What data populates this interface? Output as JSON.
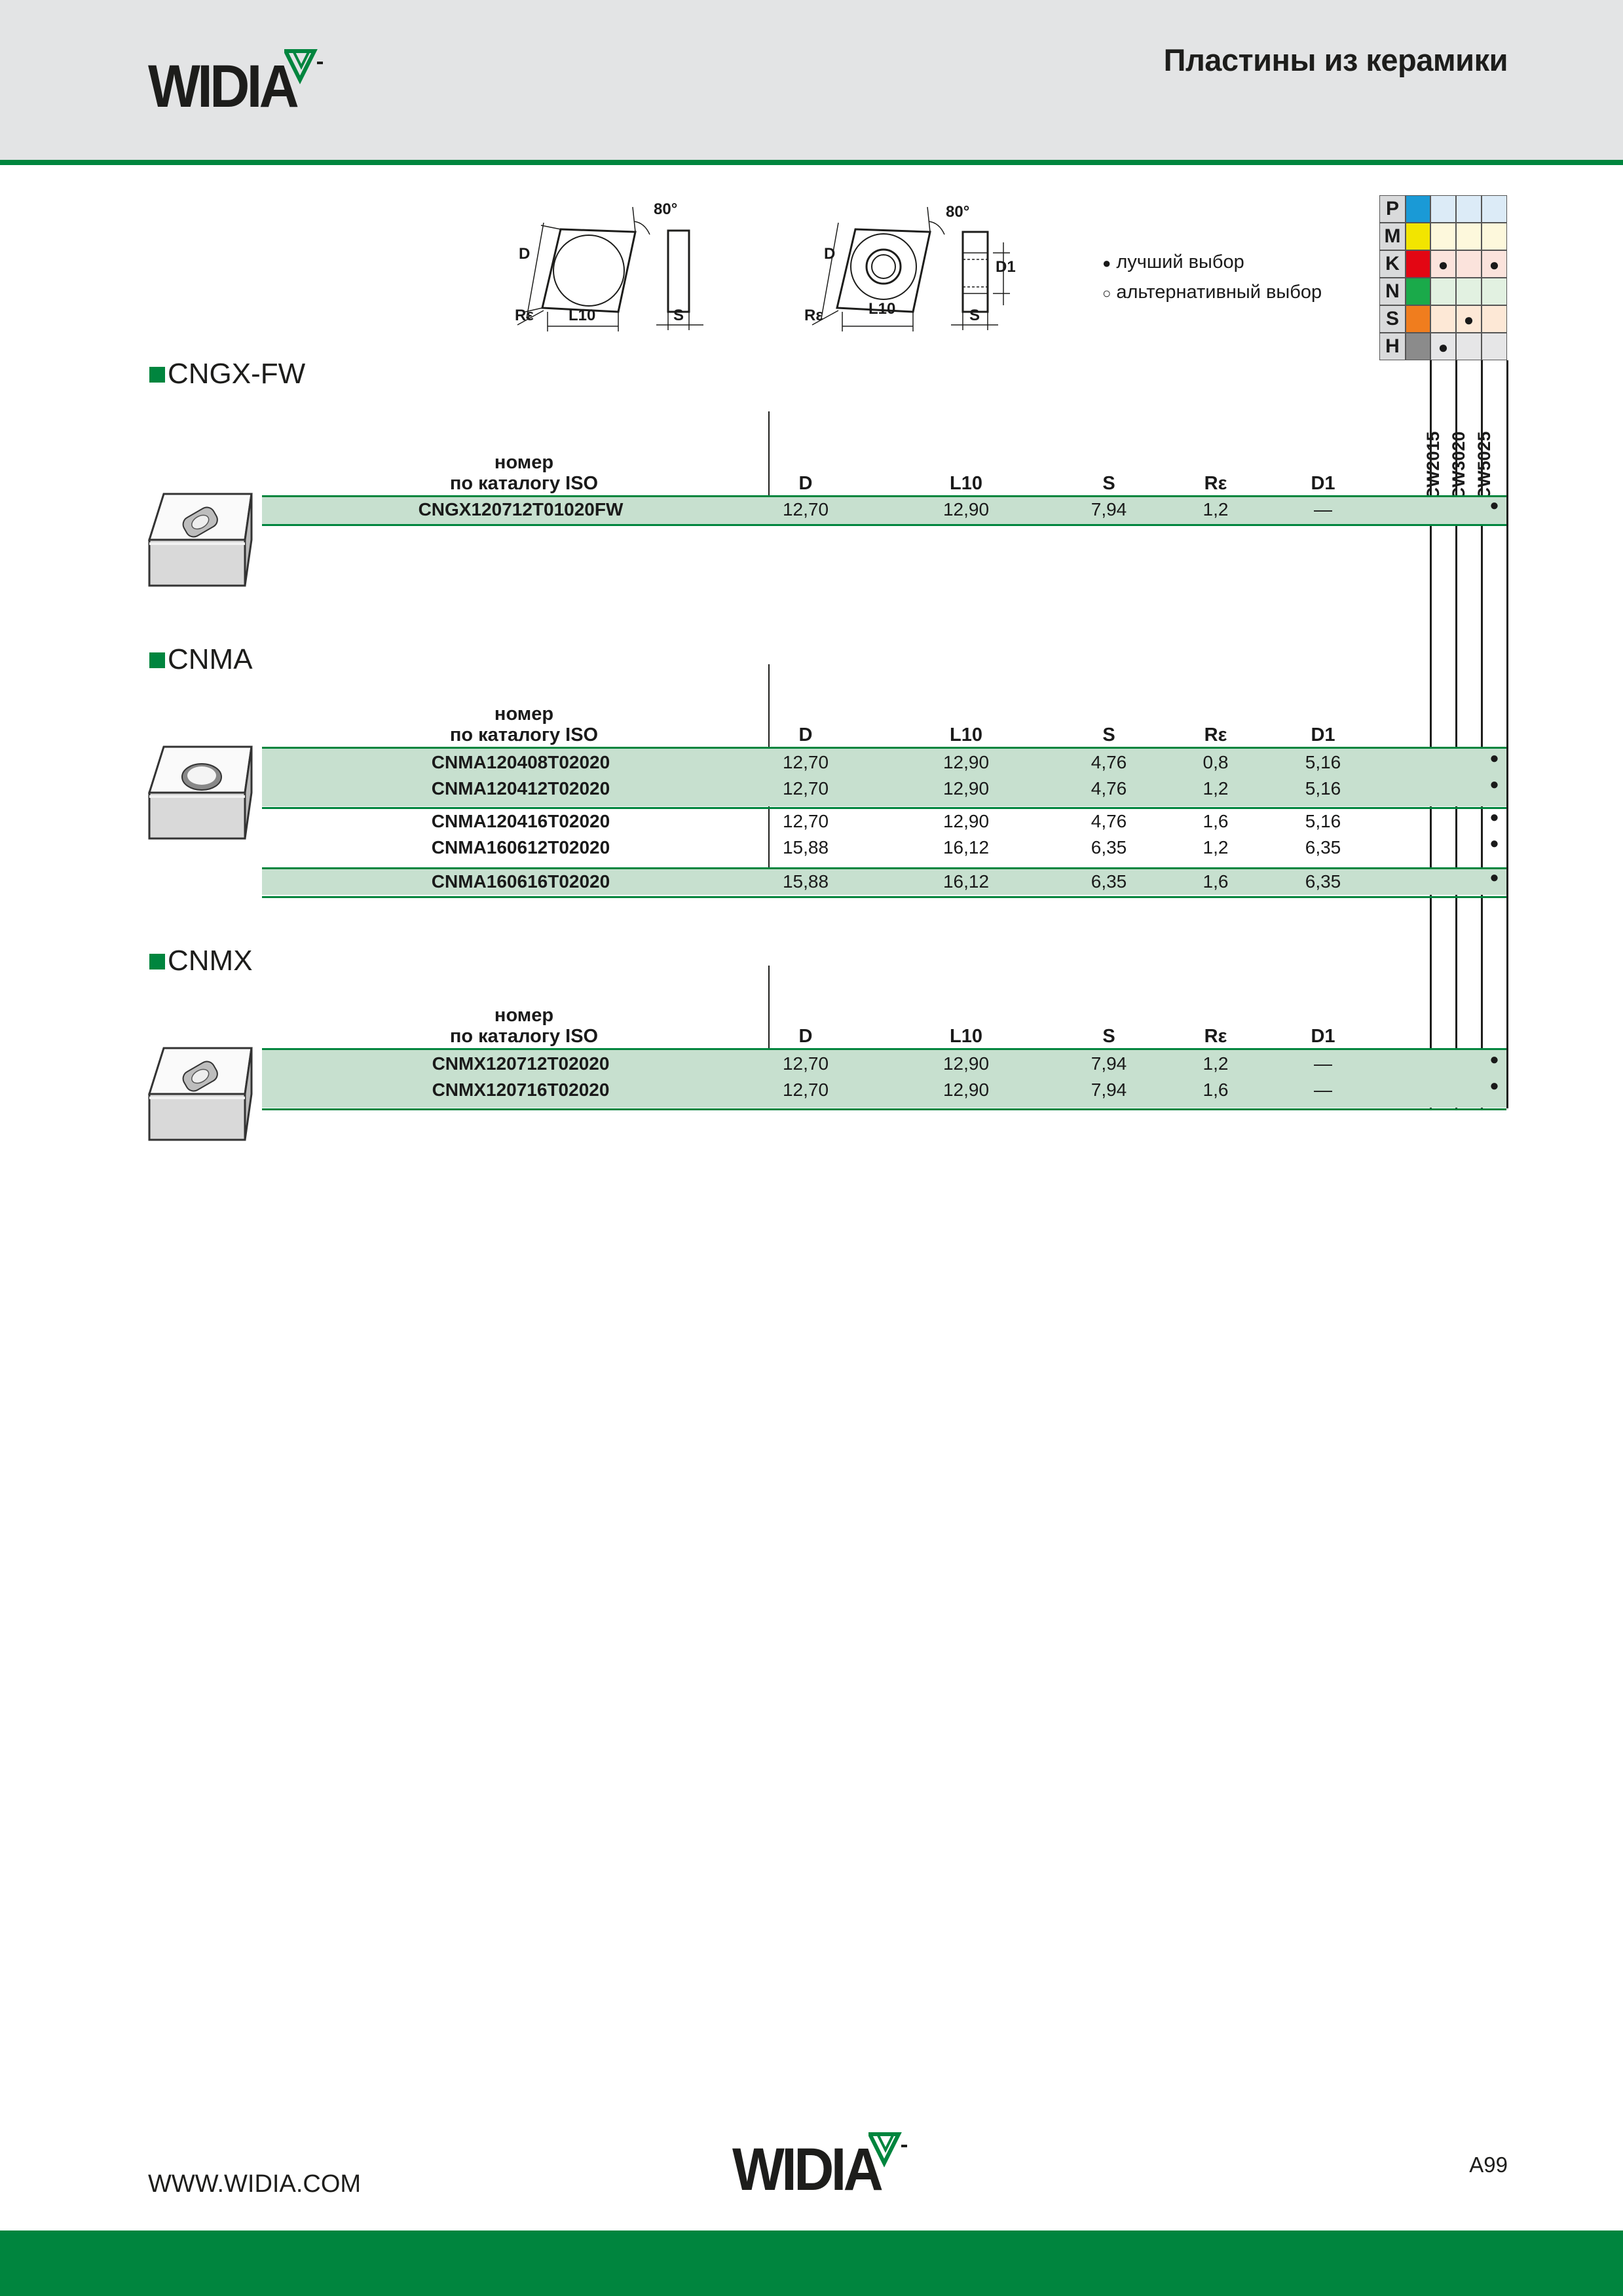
{
  "header": {
    "logo": "WIDIA",
    "title": "Пластины из керамики"
  },
  "diagram_labels": {
    "angle": "80°",
    "d": "D",
    "l10": "L10",
    "s": "S",
    "re": "Rε",
    "d1": "D1"
  },
  "legend": {
    "best": "лучший выбор",
    "alternative": "альтернативный выбор",
    "best_symbol": "●",
    "alt_symbol": "○"
  },
  "iso_groups": [
    {
      "letter": "P",
      "color": "#1a9ad6",
      "tint": "#dcebf7",
      "marks": [
        "",
        "",
        ""
      ]
    },
    {
      "letter": "M",
      "color": "#f2e500",
      "tint": "#fdf8dc",
      "marks": [
        "",
        "",
        ""
      ]
    },
    {
      "letter": "K",
      "color": "#e30613",
      "tint": "#fbe3dc",
      "marks": [
        "●",
        "",
        "●"
      ]
    },
    {
      "letter": "N",
      "color": "#1aaa4a",
      "tint": "#e2f1e1",
      "marks": [
        "",
        "",
        ""
      ]
    },
    {
      "letter": "S",
      "color": "#f07d1e",
      "tint": "#fde8d6",
      "marks": [
        "",
        "●",
        ""
      ]
    },
    {
      "letter": "H",
      "color": "#8b8b8b",
      "tint": "#e6e6e7",
      "marks": [
        "●",
        "",
        ""
      ]
    }
  ],
  "grades": [
    "CW2015",
    "CW3020",
    "CW5025"
  ],
  "columns": {
    "iso_line1": "номер",
    "iso_line2": "по каталогу ISO",
    "d": "D",
    "l10": "L10",
    "s": "S",
    "re": "Rε",
    "d1": "D1"
  },
  "sections": [
    {
      "title": "CNGX-FW",
      "rows": [
        {
          "code": "CNGX120712T01020FW",
          "d": "12,70",
          "l10": "12,90",
          "s": "7,94",
          "re": "1,2",
          "d1": "—",
          "cw2015": "",
          "cw3020": "",
          "cw5025": "●"
        }
      ]
    },
    {
      "title": "CNMA",
      "rows": [
        {
          "code": "CNMA120408T02020",
          "d": "12,70",
          "l10": "12,90",
          "s": "4,76",
          "re": "0,8",
          "d1": "5,16",
          "cw2015": "",
          "cw3020": "",
          "cw5025": "●"
        },
        {
          "code": "CNMA120412T02020",
          "d": "12,70",
          "l10": "12,90",
          "s": "4,76",
          "re": "1,2",
          "d1": "5,16",
          "cw2015": "",
          "cw3020": "",
          "cw5025": "●"
        },
        {
          "code": "CNMA120416T02020",
          "d": "12,70",
          "l10": "12,90",
          "s": "4,76",
          "re": "1,6",
          "d1": "5,16",
          "cw2015": "",
          "cw3020": "",
          "cw5025": "●"
        },
        {
          "code": "CNMA160612T02020",
          "d": "15,88",
          "l10": "16,12",
          "s": "6,35",
          "re": "1,2",
          "d1": "6,35",
          "cw2015": "",
          "cw3020": "",
          "cw5025": "●"
        },
        {
          "code": "CNMA160616T02020",
          "d": "15,88",
          "l10": "16,12",
          "s": "6,35",
          "re": "1,6",
          "d1": "6,35",
          "cw2015": "",
          "cw3020": "",
          "cw5025": "●"
        }
      ]
    },
    {
      "title": "CNMX",
      "rows": [
        {
          "code": "CNMX120712T02020",
          "d": "12,70",
          "l10": "12,90",
          "s": "7,94",
          "re": "1,2",
          "d1": "—",
          "cw2015": "",
          "cw3020": "",
          "cw5025": "●"
        },
        {
          "code": "CNMX120716T02020",
          "d": "12,70",
          "l10": "12,90",
          "s": "7,94",
          "re": "1,6",
          "d1": "—",
          "cw2015": "",
          "cw3020": "",
          "cw5025": "●"
        }
      ]
    }
  ],
  "footer": {
    "url": "WWW.WIDIA.COM",
    "logo": "WIDIA",
    "page": "A99"
  }
}
